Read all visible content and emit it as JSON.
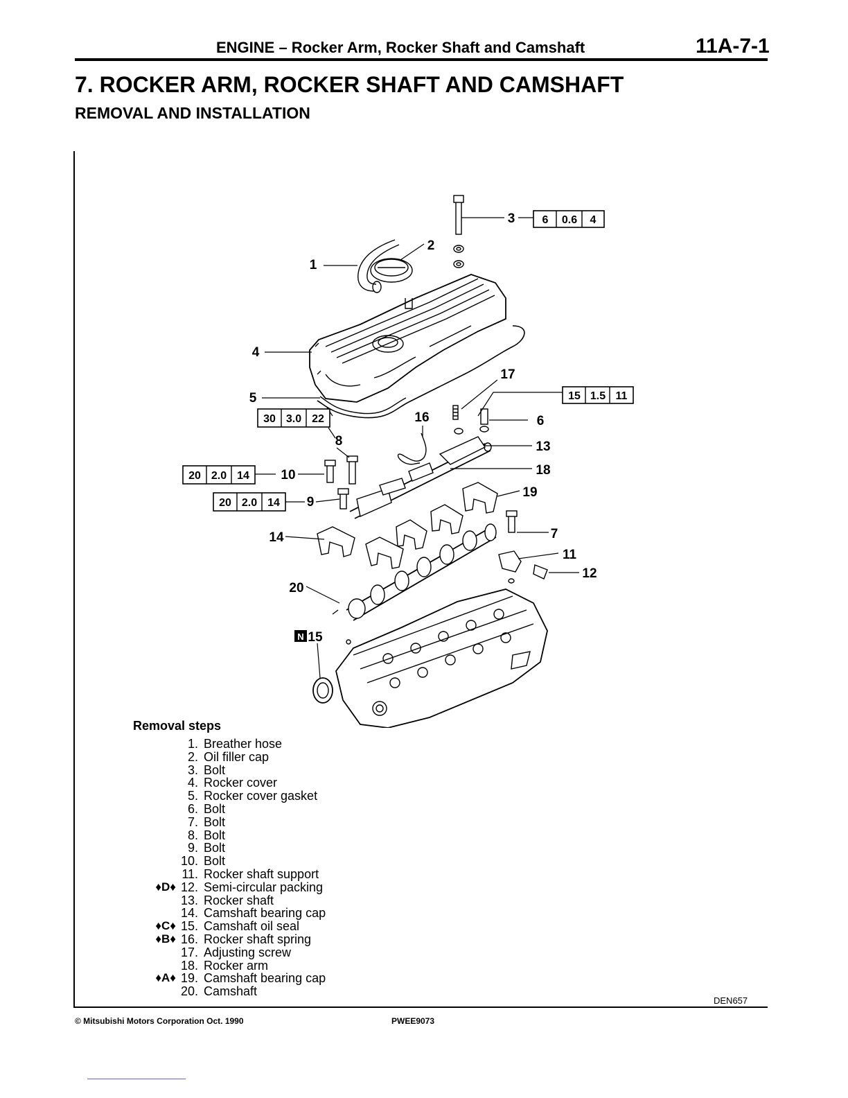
{
  "header": {
    "title": "ENGINE – Rocker Arm, Rocker Shaft and Camshaft",
    "page_number": "11A-7-1"
  },
  "section": {
    "title": "7. ROCKER ARM, ROCKER SHAFT AND CAMSHAFT",
    "subtitle": "REMOVAL AND INSTALLATION"
  },
  "diagram": {
    "callouts": [
      "1",
      "2",
      "3",
      "4",
      "5",
      "6",
      "7",
      "8",
      "9",
      "10",
      "11",
      "12",
      "13",
      "14",
      "16",
      "17",
      "18",
      "19",
      "20"
    ],
    "seal_callout": {
      "badge": "N",
      "number": "15"
    },
    "torque_specs": [
      {
        "for": "3",
        "values": [
          "6",
          "0.6",
          "4"
        ]
      },
      {
        "for": "17",
        "values": [
          "15",
          "1.5",
          "11"
        ]
      },
      {
        "for": "8",
        "values": [
          "30",
          "3.0",
          "22"
        ]
      },
      {
        "for": "10",
        "values": [
          "20",
          "2.0",
          "14"
        ]
      },
      {
        "for": "9",
        "values": [
          "20",
          "2.0",
          "14"
        ]
      }
    ],
    "figure_code": "DEN657"
  },
  "removal_steps": {
    "heading": "Removal steps",
    "items": [
      {
        "mark": "",
        "num": "1.",
        "label": "Breather hose"
      },
      {
        "mark": "",
        "num": "2.",
        "label": "Oil filler cap"
      },
      {
        "mark": "",
        "num": "3.",
        "label": "Bolt"
      },
      {
        "mark": "",
        "num": "4.",
        "label": "Rocker cover"
      },
      {
        "mark": "",
        "num": "5.",
        "label": "Rocker cover gasket"
      },
      {
        "mark": "",
        "num": "6.",
        "label": "Bolt"
      },
      {
        "mark": "",
        "num": "7.",
        "label": "Bolt"
      },
      {
        "mark": "",
        "num": "8.",
        "label": "Bolt"
      },
      {
        "mark": "",
        "num": "9.",
        "label": "Bolt"
      },
      {
        "mark": "",
        "num": "10.",
        "label": "Bolt"
      },
      {
        "mark": "",
        "num": "11.",
        "label": "Rocker shaft support"
      },
      {
        "mark": "♦D♦",
        "num": "12.",
        "label": "Semi-circular packing"
      },
      {
        "mark": "",
        "num": "13.",
        "label": "Rocker shaft"
      },
      {
        "mark": "",
        "num": "14.",
        "label": "Camshaft bearing cap"
      },
      {
        "mark": "♦C♦",
        "num": "15.",
        "label": "Camshaft oil seal"
      },
      {
        "mark": "♦B♦",
        "num": "16.",
        "label": "Rocker shaft spring"
      },
      {
        "mark": "",
        "num": "17.",
        "label": "Adjusting screw"
      },
      {
        "mark": "",
        "num": "18.",
        "label": "Rocker arm"
      },
      {
        "mark": "♦A♦",
        "num": "19.",
        "label": "Camshaft bearing cap"
      },
      {
        "mark": "",
        "num": "20.",
        "label": "Camshaft"
      }
    ]
  },
  "footer": {
    "copyright": "© Mitsubishi Motors Corporation  Oct. 1990",
    "doc_code": "PWEE9073"
  }
}
